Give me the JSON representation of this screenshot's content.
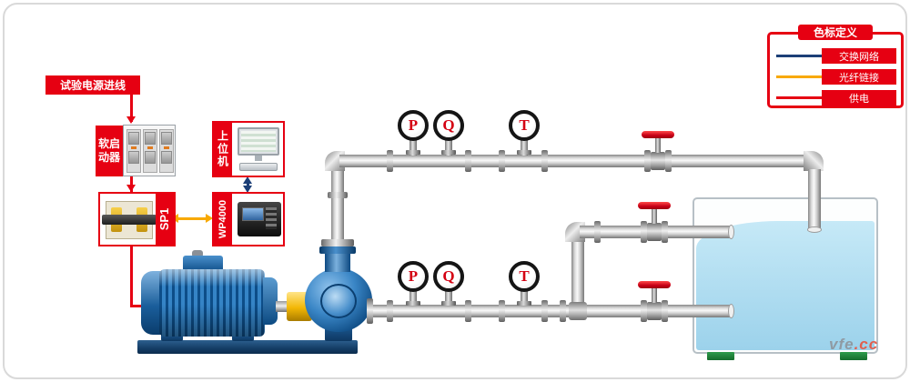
{
  "diagram": {
    "power_inlet": "试验电源进线",
    "soft_starter": "软启动器",
    "sp1": "SP1",
    "host_pc": "上位机",
    "wp4000": "WP4000"
  },
  "legend": {
    "title": "色标定义",
    "items": [
      {
        "label": "交换网络",
        "color": "#1c3f77"
      },
      {
        "label": "光纤链接",
        "color": "#f8a900"
      },
      {
        "label": "供电",
        "color": "#e60012"
      }
    ]
  },
  "gauges": {
    "upper": [
      {
        "label": "P"
      },
      {
        "label": "Q"
      },
      {
        "label": "T"
      }
    ],
    "lower": [
      {
        "label": "P"
      },
      {
        "label": "Q"
      },
      {
        "label": "T"
      }
    ]
  },
  "watermark": {
    "name": "vfe",
    "tld": ".cc"
  },
  "colors": {
    "power": "#e60012",
    "fiber": "#f8a900",
    "network": "#1c3f77"
  }
}
